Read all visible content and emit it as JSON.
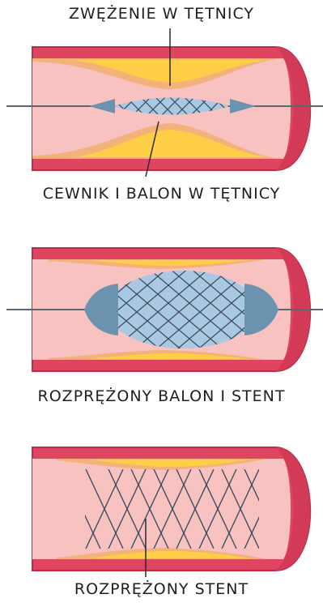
{
  "labels": {
    "panel1": "ZWĘŻENIE W TĘTNICY",
    "panel2": "CEWNIK I BALON W TĘTNICY",
    "panel3": "ROZPRĘŻONY BALON I STENT",
    "panel4": "ROZPRĘŻONY STENT"
  },
  "colors": {
    "vessel_wall": "#e0455f",
    "vessel_wall_dark": "#b92e49",
    "lumen": "#f7c2c0",
    "plaque_outer": "#f3b27a",
    "plaque_core": "#ffd33d",
    "balloon": "#a9c9e2",
    "balloon_end": "#6b93b0",
    "stent_line": "#3f4e60",
    "wire": "#5a6672",
    "leader_line": "#2a2a2a"
  }
}
